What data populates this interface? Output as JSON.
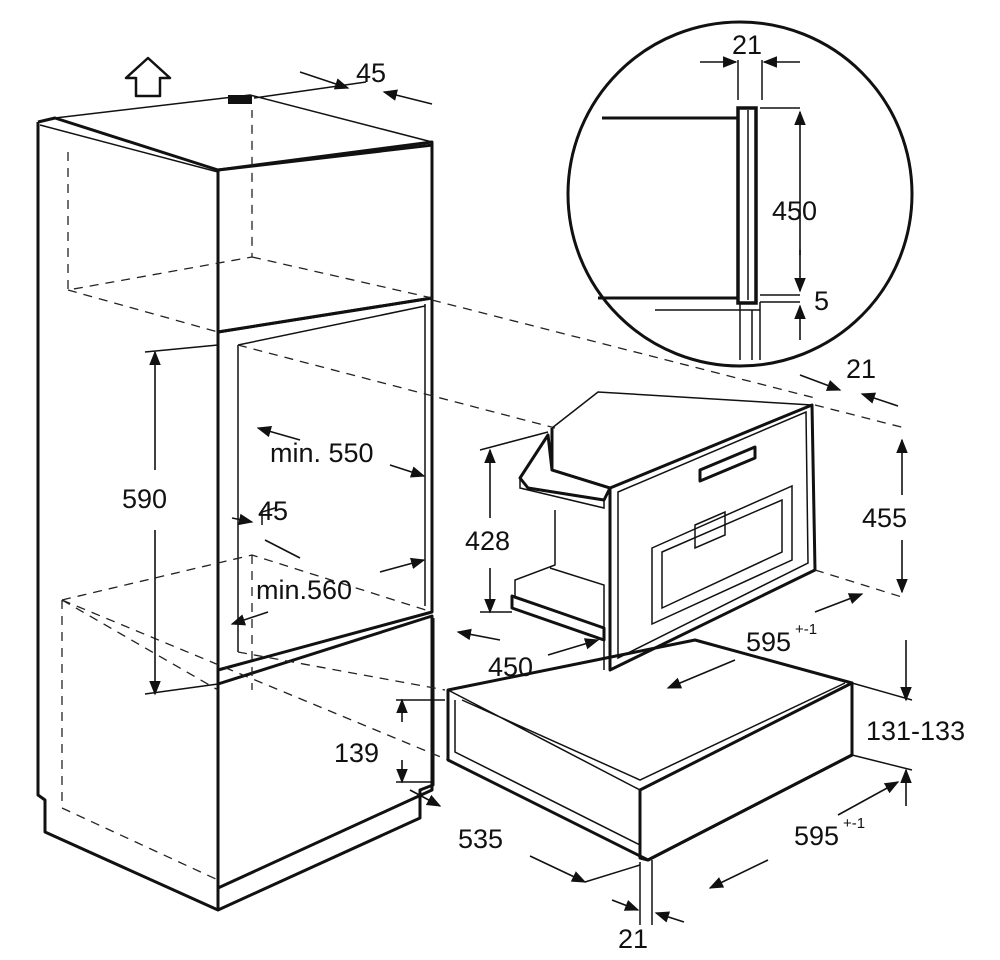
{
  "dimensions": {
    "top_45": "45",
    "detail_21": "21",
    "detail_450": "450",
    "detail_5": "5",
    "side_21": "21",
    "height_590": "590",
    "min_550": "min. 550",
    "depth_45": "45",
    "min_560": "min.560",
    "height_428": "428",
    "height_455": "455",
    "depth_450": "450",
    "width_595_top": "595",
    "width_595_top_tolerance": "+-1",
    "range_131_133": "131-133",
    "height_139": "139",
    "depth_535": "535",
    "width_595_bottom": "595",
    "width_595_bottom_tolerance": "+-1",
    "bottom_21": "21"
  },
  "icons": {
    "up_arrow": "up-arrow-icon"
  }
}
